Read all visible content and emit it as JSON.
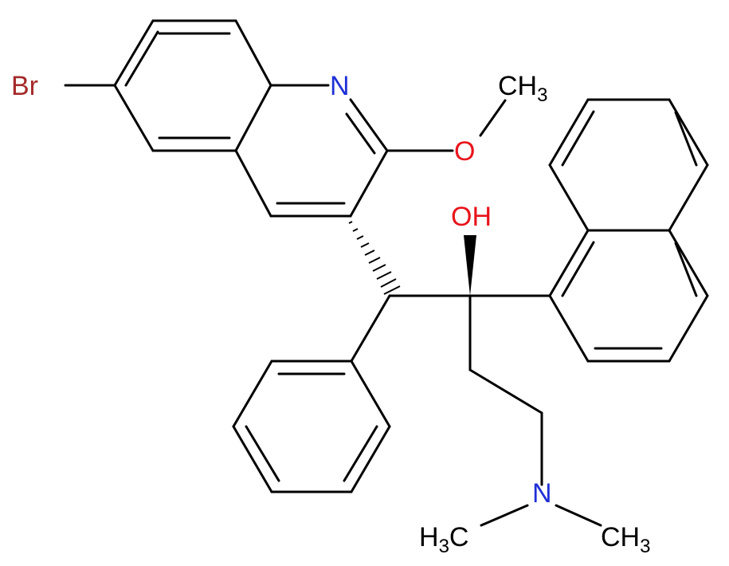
{
  "labels": {
    "br": "Br",
    "n_quinoline": "N",
    "o_methoxy": "O",
    "ch3_methoxy": "CH",
    "ch3_methoxy_sub": "3",
    "oh": "OH",
    "n_amine": "N",
    "h3c_left_h": "H",
    "h3c_left_sub": "3",
    "h3c_left_c": "C",
    "ch3_right": "CH",
    "ch3_right_sub": "3"
  },
  "colors": {
    "bond": "#000000",
    "nitrogen": "#1f30d6",
    "oxygen": "#e8141b",
    "bromine": "#a52a2a",
    "carbon_label": "#000000"
  }
}
